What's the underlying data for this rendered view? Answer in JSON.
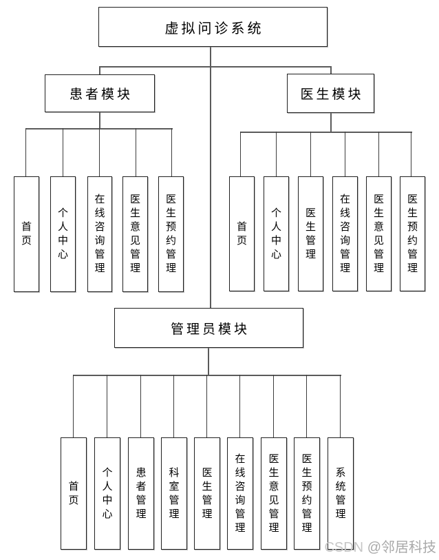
{
  "diagram": {
    "root_label": "虚拟问诊系统",
    "modules": [
      {
        "label": "患者模块",
        "children": [
          "首页",
          "个人中心",
          "在线咨询管理",
          "医生意见管理",
          "医生预约管理"
        ]
      },
      {
        "label": "医生模块",
        "children": [
          "首页",
          "个人中心",
          "医生管理",
          "在线咨询管理",
          "医生意见管理",
          "医生预约管理"
        ]
      },
      {
        "label": "管理员模块",
        "children": [
          "首页",
          "个人中心",
          "患者管理",
          "科室管理",
          "医生管理",
          "在线咨询管理",
          "医生意见管理",
          "医生预约管理",
          "系统管理"
        ]
      }
    ],
    "line_color": "#5a5a5a",
    "node_border_color": "#1f1f1f",
    "background_color": "#ffffff"
  },
  "watermark": {
    "prefix": "CSDN ",
    "name": "@邻居科技",
    "prefix_color": "#c6c6c6",
    "name_color": "#a9a9a9"
  }
}
